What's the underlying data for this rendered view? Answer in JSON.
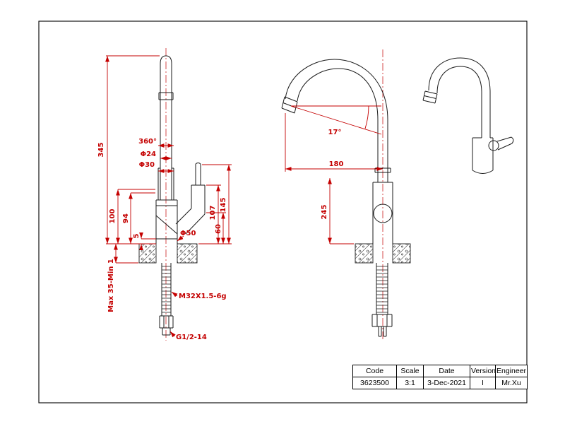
{
  "drawing": {
    "colors": {
      "dimension_red": "#c40000",
      "line_black": "#1a1a1a"
    },
    "views": {
      "side_view": {
        "dims": {
          "total_height": "345",
          "swivel_angle": "360°",
          "spout_dia": "Φ24",
          "neck_dia": "Φ30",
          "body_height_outer": "100",
          "body_height_inner": "94",
          "base_step": "5",
          "base_dia": "Φ50",
          "grip_height": "107",
          "handle_top_height": "145",
          "body_top_height": "60",
          "deck_thickness": "Max 35-Min 1",
          "shank_thread": "M32X1.5-6g",
          "hose_thread": "G1/2-14"
        }
      },
      "front_view": {
        "dims": {
          "outlet_angle": "17°",
          "spout_reach": "180",
          "spout_height": "245"
        }
      }
    }
  },
  "title_block": {
    "headers": {
      "code": "Code",
      "scale": "Scale",
      "date": "Date",
      "version": "Version",
      "engineer": "Engineer"
    },
    "values": {
      "code": "3623500",
      "scale": "3:1",
      "date": "3-Dec-2021",
      "version": "I",
      "engineer": "Mr.Xu"
    }
  }
}
